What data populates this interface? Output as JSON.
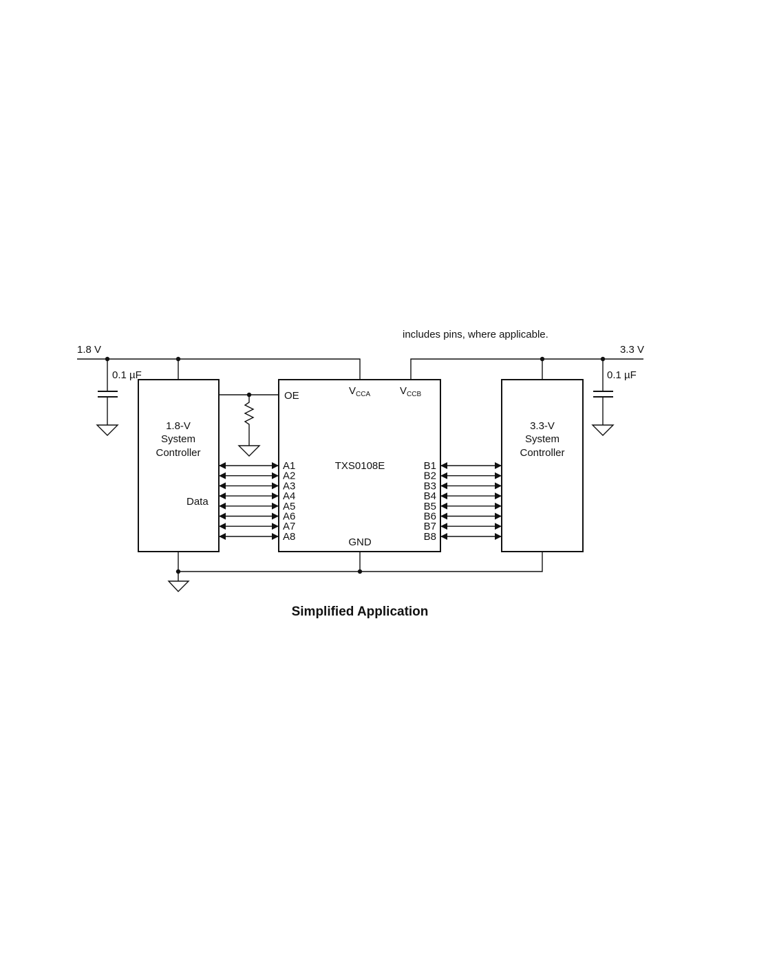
{
  "note": "includes pins, where applicable.",
  "title": "Simplified Application",
  "left_supply": {
    "voltage": "1.8 V",
    "capacitor": "0.1 µF"
  },
  "right_supply": {
    "voltage": "3.3 V",
    "capacitor": "0.1 µF"
  },
  "left_controller": {
    "line1": "1.8-V",
    "line2": "System",
    "line3": "Controller",
    "data_label": "Data"
  },
  "right_controller": {
    "line1": "3.3-V",
    "line2": "System",
    "line3": "Controller"
  },
  "chip": {
    "name": "TXS0108E",
    "oe": "OE",
    "vcca": {
      "main": "V",
      "sub": "CCA"
    },
    "vccb": {
      "main": "V",
      "sub": "CCB"
    },
    "gnd": "GND",
    "a_pins": [
      "A1",
      "A2",
      "A3",
      "A4",
      "A5",
      "A6",
      "A7",
      "A8"
    ],
    "b_pins": [
      "B1",
      "B2",
      "B3",
      "B4",
      "B5",
      "B6",
      "B7",
      "B8"
    ]
  }
}
